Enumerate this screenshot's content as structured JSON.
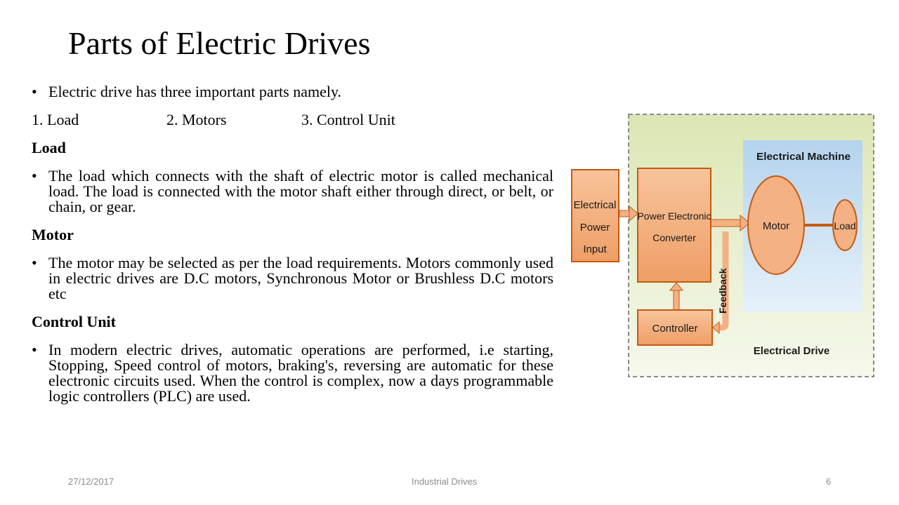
{
  "title": "Parts of Electric Drives",
  "intro": "Electric drive has three important parts namely.",
  "parts": [
    "1. Load",
    "2. Motors",
    "3. Control Unit"
  ],
  "sections": [
    {
      "heading": "Load",
      "text": "The load which connects with the shaft of electric motor is called mechanical load. The load is connected with the motor shaft either through direct, or belt, or chain, or gear."
    },
    {
      "heading": "Motor",
      "text": "The motor may be selected as per the load requirements. Motors commonly used in electric drives are D.C motors, Synchronous Motor or Brushless D.C motors etc"
    },
    {
      "heading": "Control Unit",
      "text": "In modern electric drives, automatic operations are performed, i.e starting, Stopping, Speed control of motors, braking's, reversing are automatic for these electronic circuits used. When the control is complex, now a days programmable logic controllers (PLC) are used."
    }
  ],
  "diagram": {
    "input_lines": [
      "Electrical",
      "Power",
      "Input"
    ],
    "converter_lines": [
      "Power Electronic",
      "Converter"
    ],
    "machine_label": "Electrical Machine",
    "motor_label": "Motor",
    "load_label": "Load",
    "controller_label": "Controller",
    "feedback_label": "Feedback",
    "drive_label": "Electrical Drive",
    "colors": {
      "box_fill": "#f4b183",
      "box_stroke": "#c55a11",
      "frame_gradient_top": "#dbe6b4",
      "frame_gradient_bottom": "#f6f8ec",
      "machine_gradient_top": "#b4d3ee",
      "machine_gradient_bottom": "#e6f1fa"
    }
  },
  "footer": {
    "date": "27/12/2017",
    "center": "Industrial Drives",
    "page": "6"
  }
}
